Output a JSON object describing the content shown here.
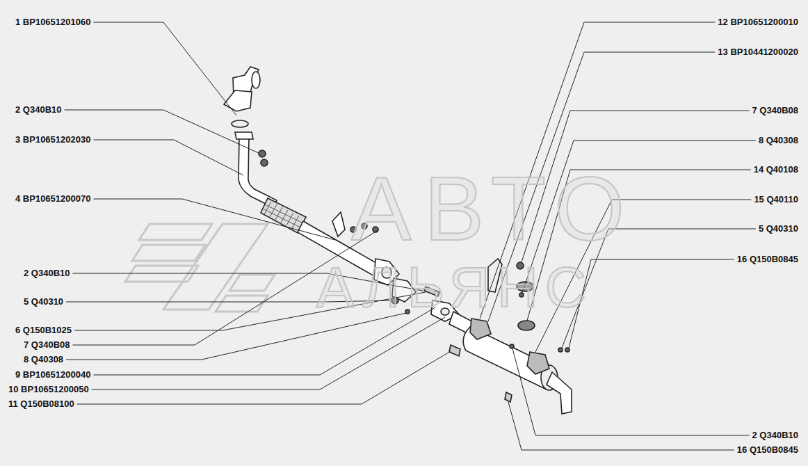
{
  "diagram": {
    "labels": [
      "1 BP10651201060",
      "2 Q340B10",
      "3 BP10651202030",
      "4 BP10651200070",
      "2 Q340B10",
      "5 Q40310",
      "6 Q150B1025",
      "7 Q340B08",
      "8 Q40308",
      "9 BP10651200040",
      "10 BP10651200050",
      "11 Q150B08100",
      "12 BP10651200010",
      "13 BP10441200020",
      "7 Q340B08",
      "8 Q40308",
      "14 Q40108",
      "15 Q40110",
      "5 Q40310",
      "16 Q150B0845",
      "2 Q340B10",
      "16 Q150B0845",
      "АВТО",
      "АЛЬЯНС"
    ]
  }
}
